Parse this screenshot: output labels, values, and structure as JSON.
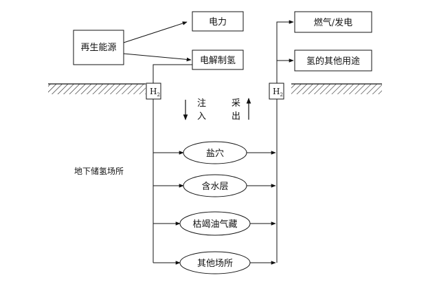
{
  "nodes": {
    "renewable": "再生能源",
    "power": "电力",
    "electrolysis": "电解制氢",
    "fuel_gas": "燃气/发电",
    "other_uses": "氢的其他用途",
    "h2_left": "H",
    "h2_left_sub": "2",
    "h2_right": "H",
    "h2_right_sub": "2"
  },
  "labels": {
    "inject_1": "注",
    "inject_2": "入",
    "extract_1": "采",
    "extract_2": "出",
    "storage": "地下储氢场所"
  },
  "storage_sites": [
    "盐穴",
    "含水层",
    "枯竭油气藏",
    "其他场所"
  ]
}
